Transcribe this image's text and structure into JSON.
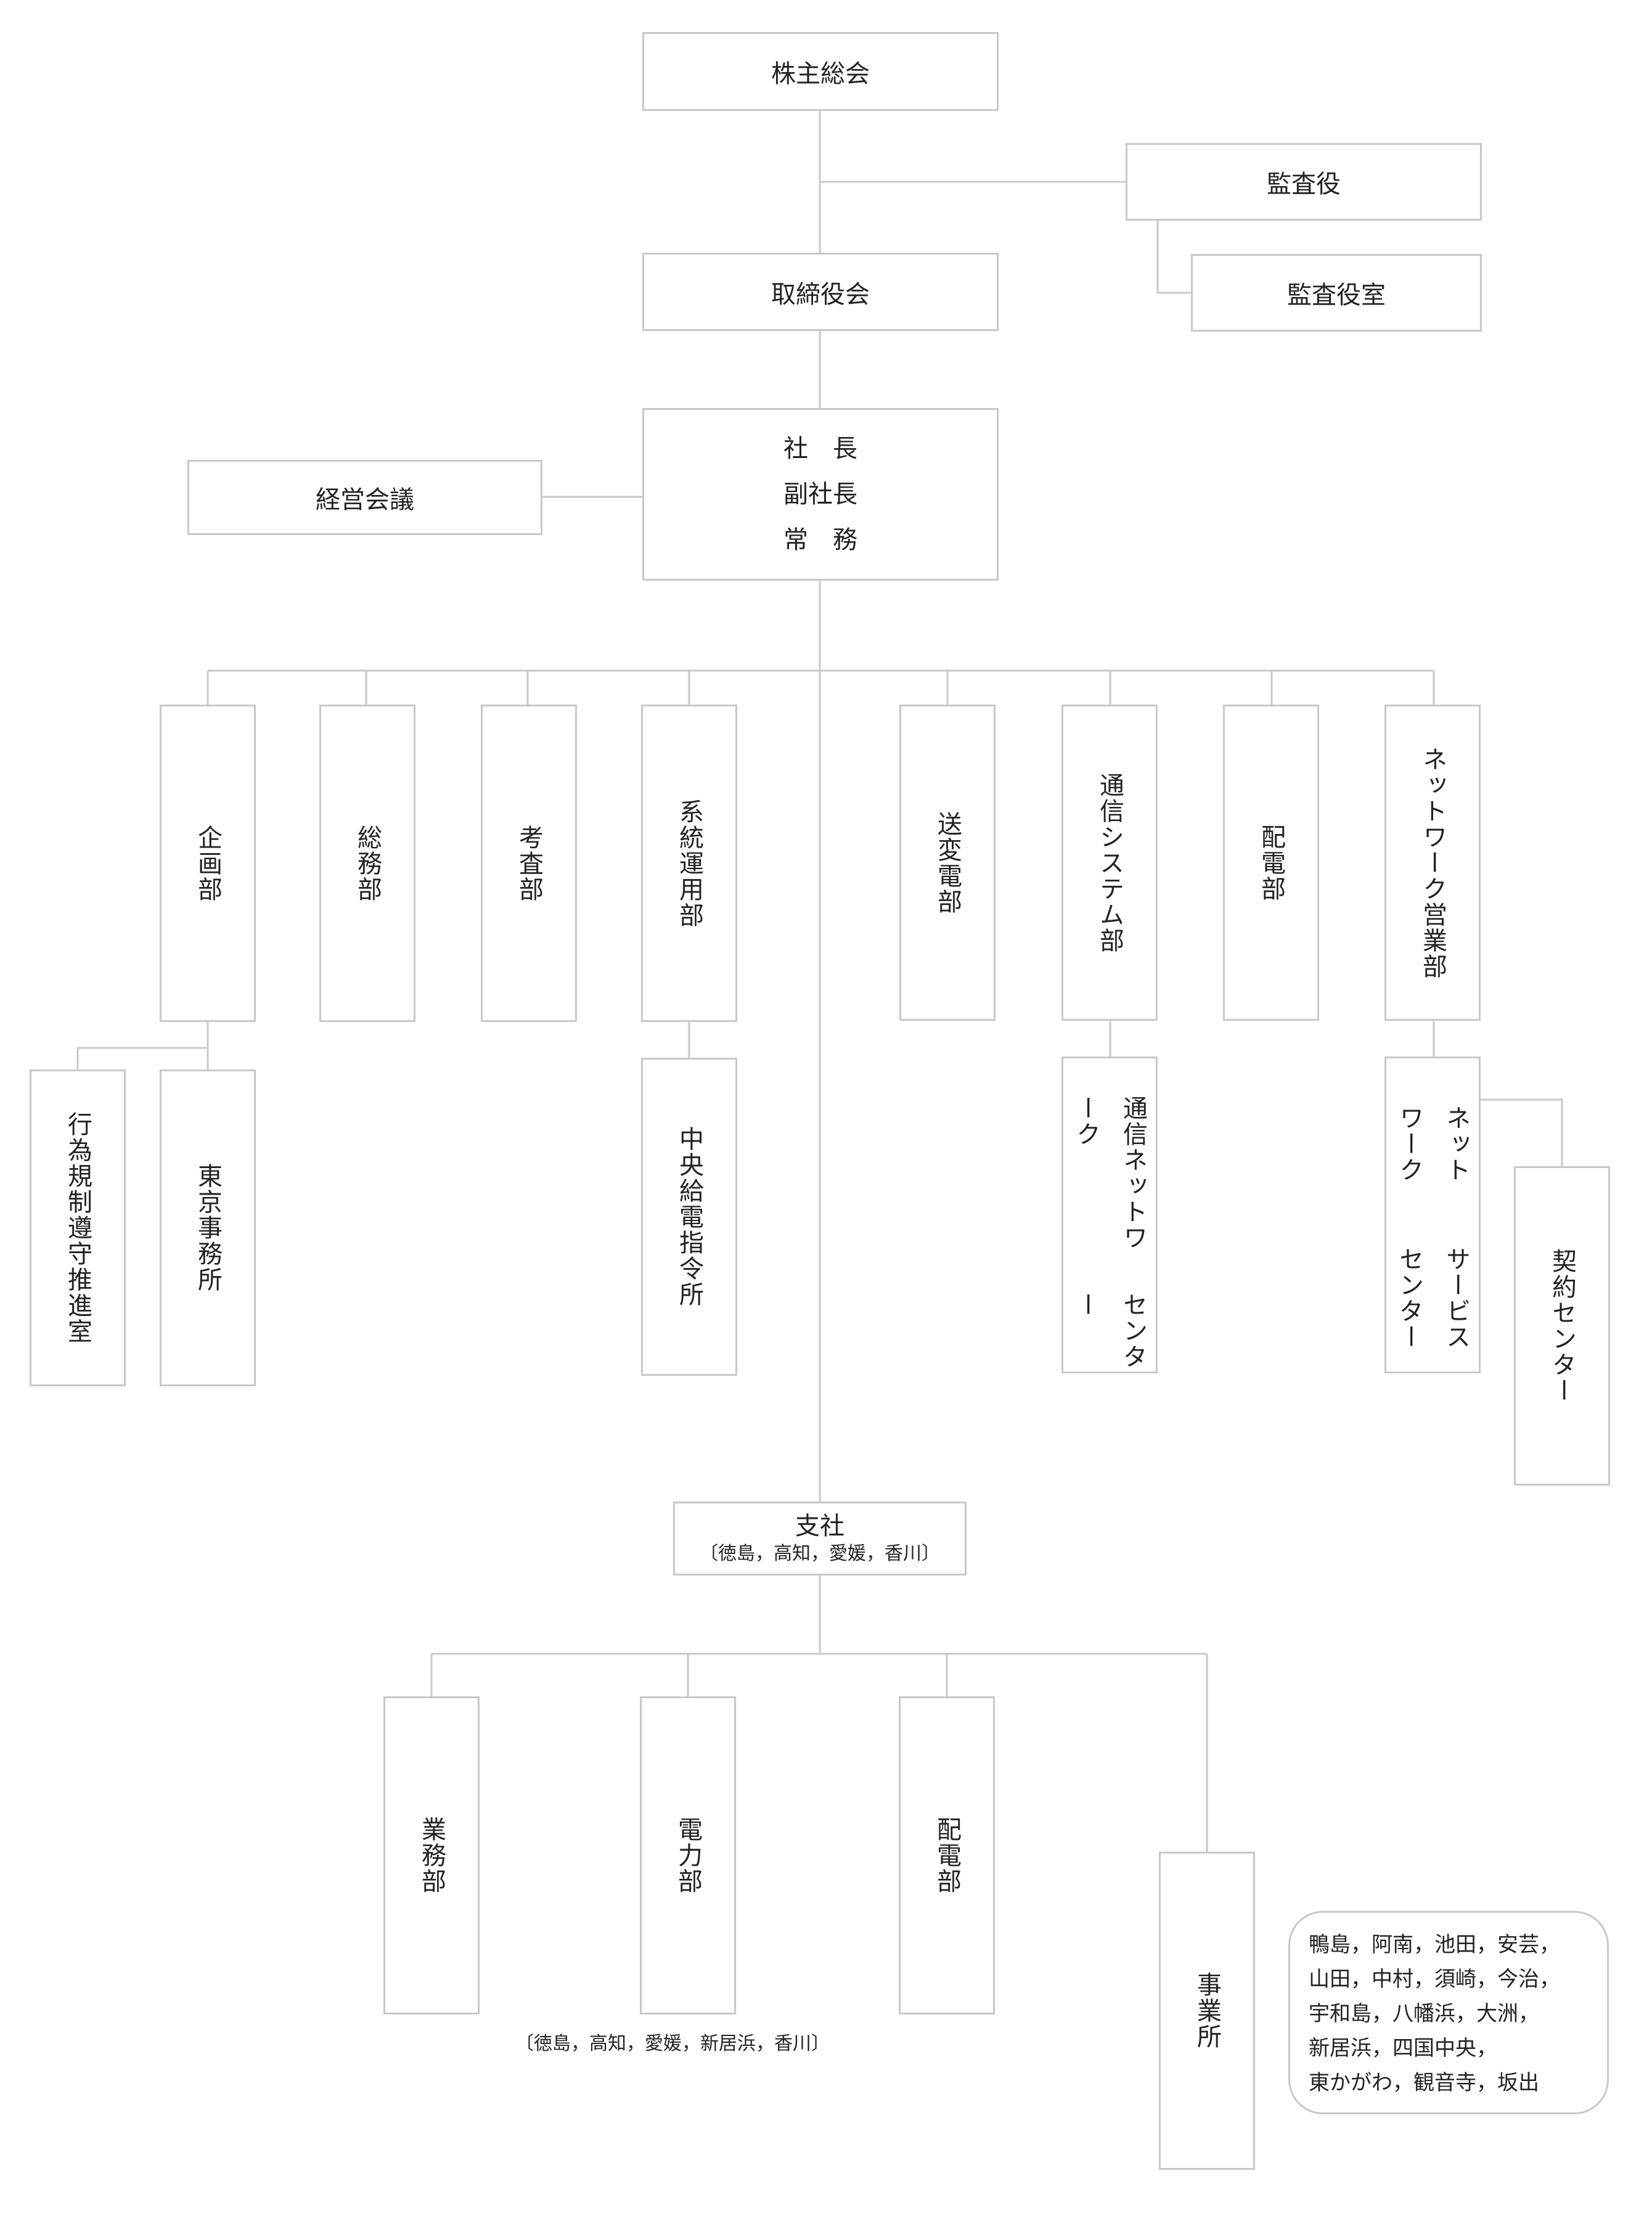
{
  "top": {
    "shareholders": "株主総会",
    "auditors": "監査役",
    "auditors_office": "監査役室",
    "board": "取締役会",
    "executives": [
      "社　長",
      "副社長",
      "常　務"
    ],
    "management_meeting": "経営会議"
  },
  "departments": [
    {
      "label": "企画部"
    },
    {
      "label": "総務部"
    },
    {
      "label": "考査部"
    },
    {
      "label": "系統運用部"
    },
    {
      "label": "送変電部"
    },
    {
      "label": "通信システム部"
    },
    {
      "label": "配電部"
    },
    {
      "label": "ネットワーク営業部"
    }
  ],
  "sub_units": {
    "compliance": "行為規制遵守推進室",
    "tokyo_office": "東京事務所",
    "central_dispatch": "中央給電指令所",
    "comm_network_center": [
      "通信ネットワーク",
      "センター"
    ],
    "network_service_center": [
      "ネットワーク",
      "サービスセンター"
    ],
    "contract_center": "契約センター"
  },
  "branch": {
    "title": "支社",
    "locations": "〔徳島，高知，愛媛，香川〕",
    "departments": [
      "業務部",
      "電力部",
      "配電部"
    ],
    "branch_note": "〔徳島，高知，愛媛，新居浜，香川〕",
    "offices_label": "事業所",
    "offices_list": [
      "鴨島，阿南，池田，安芸，",
      "山田，中村，須崎，今治，",
      "宇和島，八幡浜，大洲，",
      "新居浜，四国中央，",
      "東かがわ，観音寺，坂出"
    ]
  }
}
